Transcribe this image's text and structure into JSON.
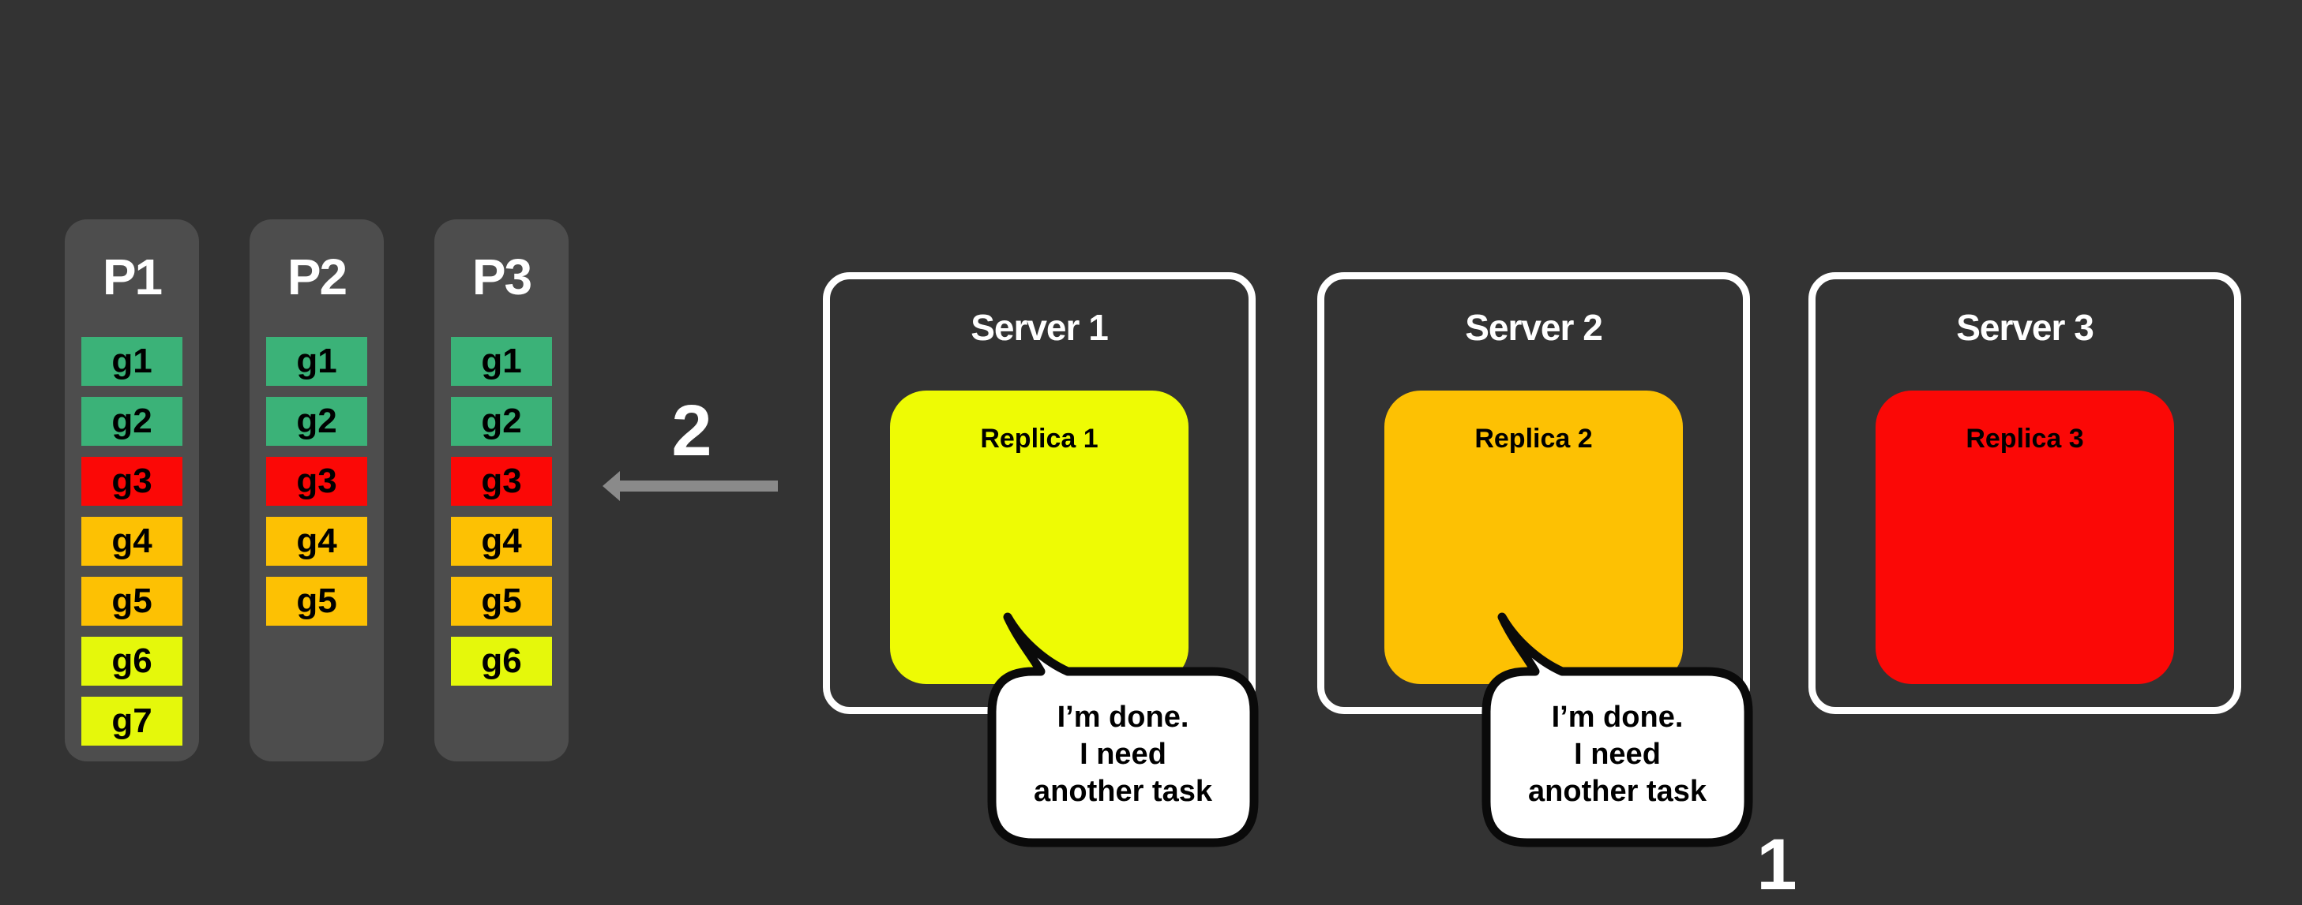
{
  "canvas": {
    "background": "#333333"
  },
  "palette": {
    "column_bg": "#4d4d4d",
    "green": "#3bb278",
    "red": "#fb0806",
    "amber": "#fdc103",
    "chartreuse": "#e5f80b",
    "replica_yellow": "#eefb04",
    "arrow_gray": "#8a8a8a",
    "bubble_fill": "#ffffff",
    "bubble_stroke": "#0a0a0a"
  },
  "partitions": [
    {
      "label": "P1",
      "tasks": [
        {
          "id": "g1",
          "color": "#3bb278"
        },
        {
          "id": "g2",
          "color": "#3bb278"
        },
        {
          "id": "g3",
          "color": "#fb0806"
        },
        {
          "id": "g4",
          "color": "#fdc103"
        },
        {
          "id": "g5",
          "color": "#fdc103"
        },
        {
          "id": "g6",
          "color": "#e5f80b"
        },
        {
          "id": "g7",
          "color": "#e5f80b"
        }
      ]
    },
    {
      "label": "P2",
      "tasks": [
        {
          "id": "g1",
          "color": "#3bb278"
        },
        {
          "id": "g2",
          "color": "#3bb278"
        },
        {
          "id": "g3",
          "color": "#fb0806"
        },
        {
          "id": "g4",
          "color": "#fdc103"
        },
        {
          "id": "g5",
          "color": "#fdc103"
        }
      ]
    },
    {
      "label": "P3",
      "tasks": [
        {
          "id": "g1",
          "color": "#3bb278"
        },
        {
          "id": "g2",
          "color": "#3bb278"
        },
        {
          "id": "g3",
          "color": "#fb0806"
        },
        {
          "id": "g4",
          "color": "#fdc103"
        },
        {
          "id": "g5",
          "color": "#fdc103"
        },
        {
          "id": "g6",
          "color": "#e5f80b"
        }
      ]
    }
  ],
  "arrow": {
    "label": "2",
    "color": "#8a8a8a"
  },
  "servers": [
    {
      "title": "Server 1",
      "replica": {
        "label": "Replica 1",
        "color": "#eefb04"
      },
      "bubble": {
        "lines": [
          "I’m done.",
          "I need",
          "another task"
        ]
      }
    },
    {
      "title": "Server 2",
      "replica": {
        "label": "Replica 2",
        "color": "#fdc103"
      },
      "bubble": {
        "lines": [
          "I’m done.",
          "I need",
          "another task"
        ]
      }
    },
    {
      "title": "Server 3",
      "replica": {
        "label": "Replica 3",
        "color": "#fb0806"
      },
      "bubble": null
    }
  ],
  "bottom_step": {
    "label": "1"
  }
}
